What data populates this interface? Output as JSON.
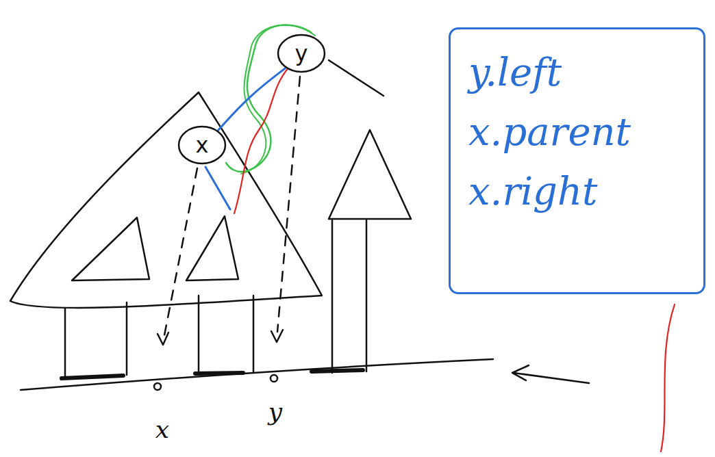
{
  "diagram": {
    "nodes": [
      {
        "text": [
          "y"
        ]
      },
      {
        "text": [
          "x"
        ]
      },
      {
        "text": [
          "y.left",
          "x.parent",
          "x.right"
        ]
      }
    ],
    "edges": [
      {
        "from": 0,
        "to": 1,
        "arrow": "none"
      }
    ],
    "labels": [
      "x",
      "y"
    ]
  }
}
